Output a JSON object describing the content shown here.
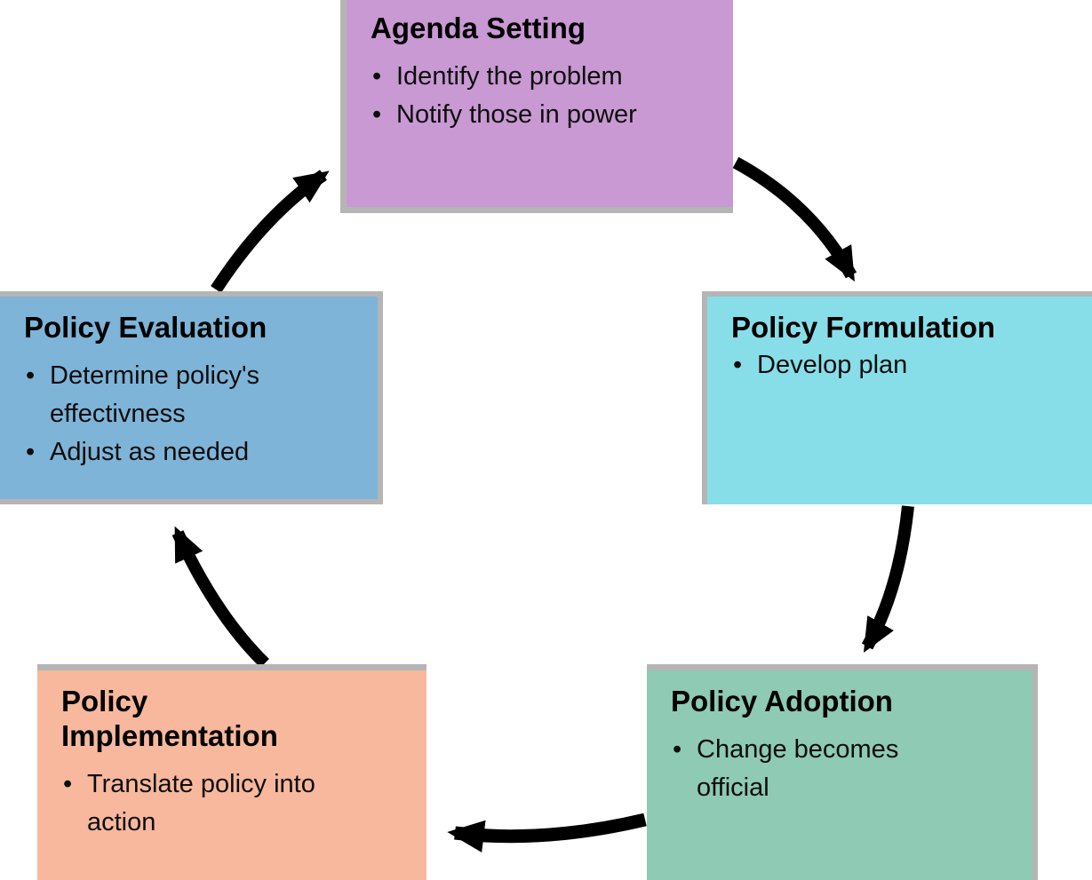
{
  "diagram": {
    "type": "cycle",
    "background": "#ffffff",
    "arrow_color": "#000000",
    "box_edge_color": "#b5b5b5",
    "bullet_char": "•"
  },
  "boxes": {
    "agenda_setting": {
      "title": "Agenda Setting",
      "bullets": [
        "Identify the problem",
        "Notify those in power"
      ],
      "color": "#c999d3"
    },
    "policy_formulation": {
      "title": "Policy Formulation",
      "bullets": [
        "Develop plan"
      ],
      "color": "#88dee8"
    },
    "policy_adoption": {
      "title": "Policy Adoption",
      "bullets": [
        "Change becomes official"
      ],
      "color": "#8ecab4"
    },
    "policy_implementation": {
      "title": "Policy Implementation",
      "bullets": [
        "Translate policy into action"
      ],
      "color": "#f7b89d"
    },
    "policy_evaluation": {
      "title": "Policy Evaluation",
      "bullets": [
        "Determine policy's effectivness",
        "Adjust as needed"
      ],
      "color": "#7eb4d8"
    }
  },
  "arrows": [
    {
      "from": "Agenda Setting",
      "to": "Policy Formulation"
    },
    {
      "from": "Policy Formulation",
      "to": "Policy Adoption"
    },
    {
      "from": "Policy Adoption",
      "to": "Policy Implementation"
    },
    {
      "from": "Policy Implementation",
      "to": "Policy Evaluation"
    },
    {
      "from": "Policy Evaluation",
      "to": "Agenda Setting"
    }
  ]
}
